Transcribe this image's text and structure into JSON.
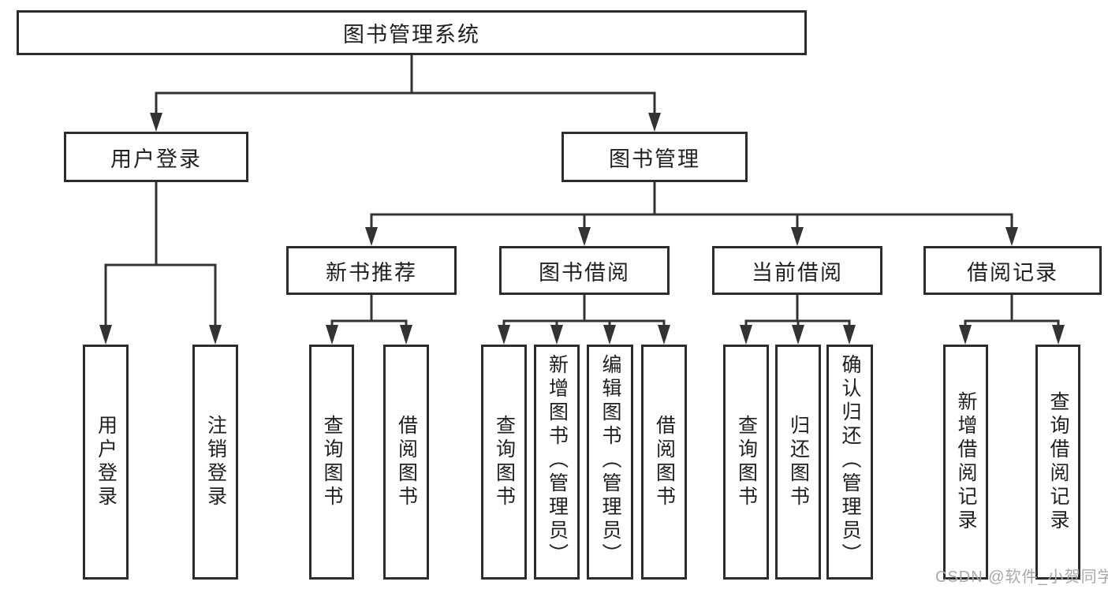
{
  "diagram": {
    "type": "function-structure-tree",
    "root": {
      "label": "图书管理系统"
    },
    "branches": [
      {
        "label": "用户登录",
        "leaves": [
          {
            "label": "用户登录"
          },
          {
            "label": "注销登录"
          }
        ]
      },
      {
        "label": "图书管理",
        "groups": [
          {
            "label": "新书推荐",
            "leaves": [
              {
                "label": "查询图书"
              },
              {
                "label": "借阅图书"
              }
            ]
          },
          {
            "label": "图书借阅",
            "leaves": [
              {
                "label": "查询图书"
              },
              {
                "label": "新增图书（管理员）"
              },
              {
                "label": "编辑图书（管理员）"
              },
              {
                "label": "借阅图书"
              }
            ]
          },
          {
            "label": "当前借阅",
            "leaves": [
              {
                "label": "查询图书"
              },
              {
                "label": "归还图书"
              },
              {
                "label": "确认归还（管理员）"
              }
            ]
          },
          {
            "label": "借阅记录",
            "leaves": [
              {
                "label": "新增借阅记录"
              },
              {
                "label": "查询借阅记录"
              }
            ]
          }
        ]
      }
    ]
  },
  "watermark": {
    "text": "CSDN @软件_小贺同学"
  },
  "colors": {
    "background": "#ffffff",
    "line": "#333333",
    "box_border": "#2d2d2d",
    "text": "#1f1f1f",
    "watermark": "#a9a9a9"
  }
}
